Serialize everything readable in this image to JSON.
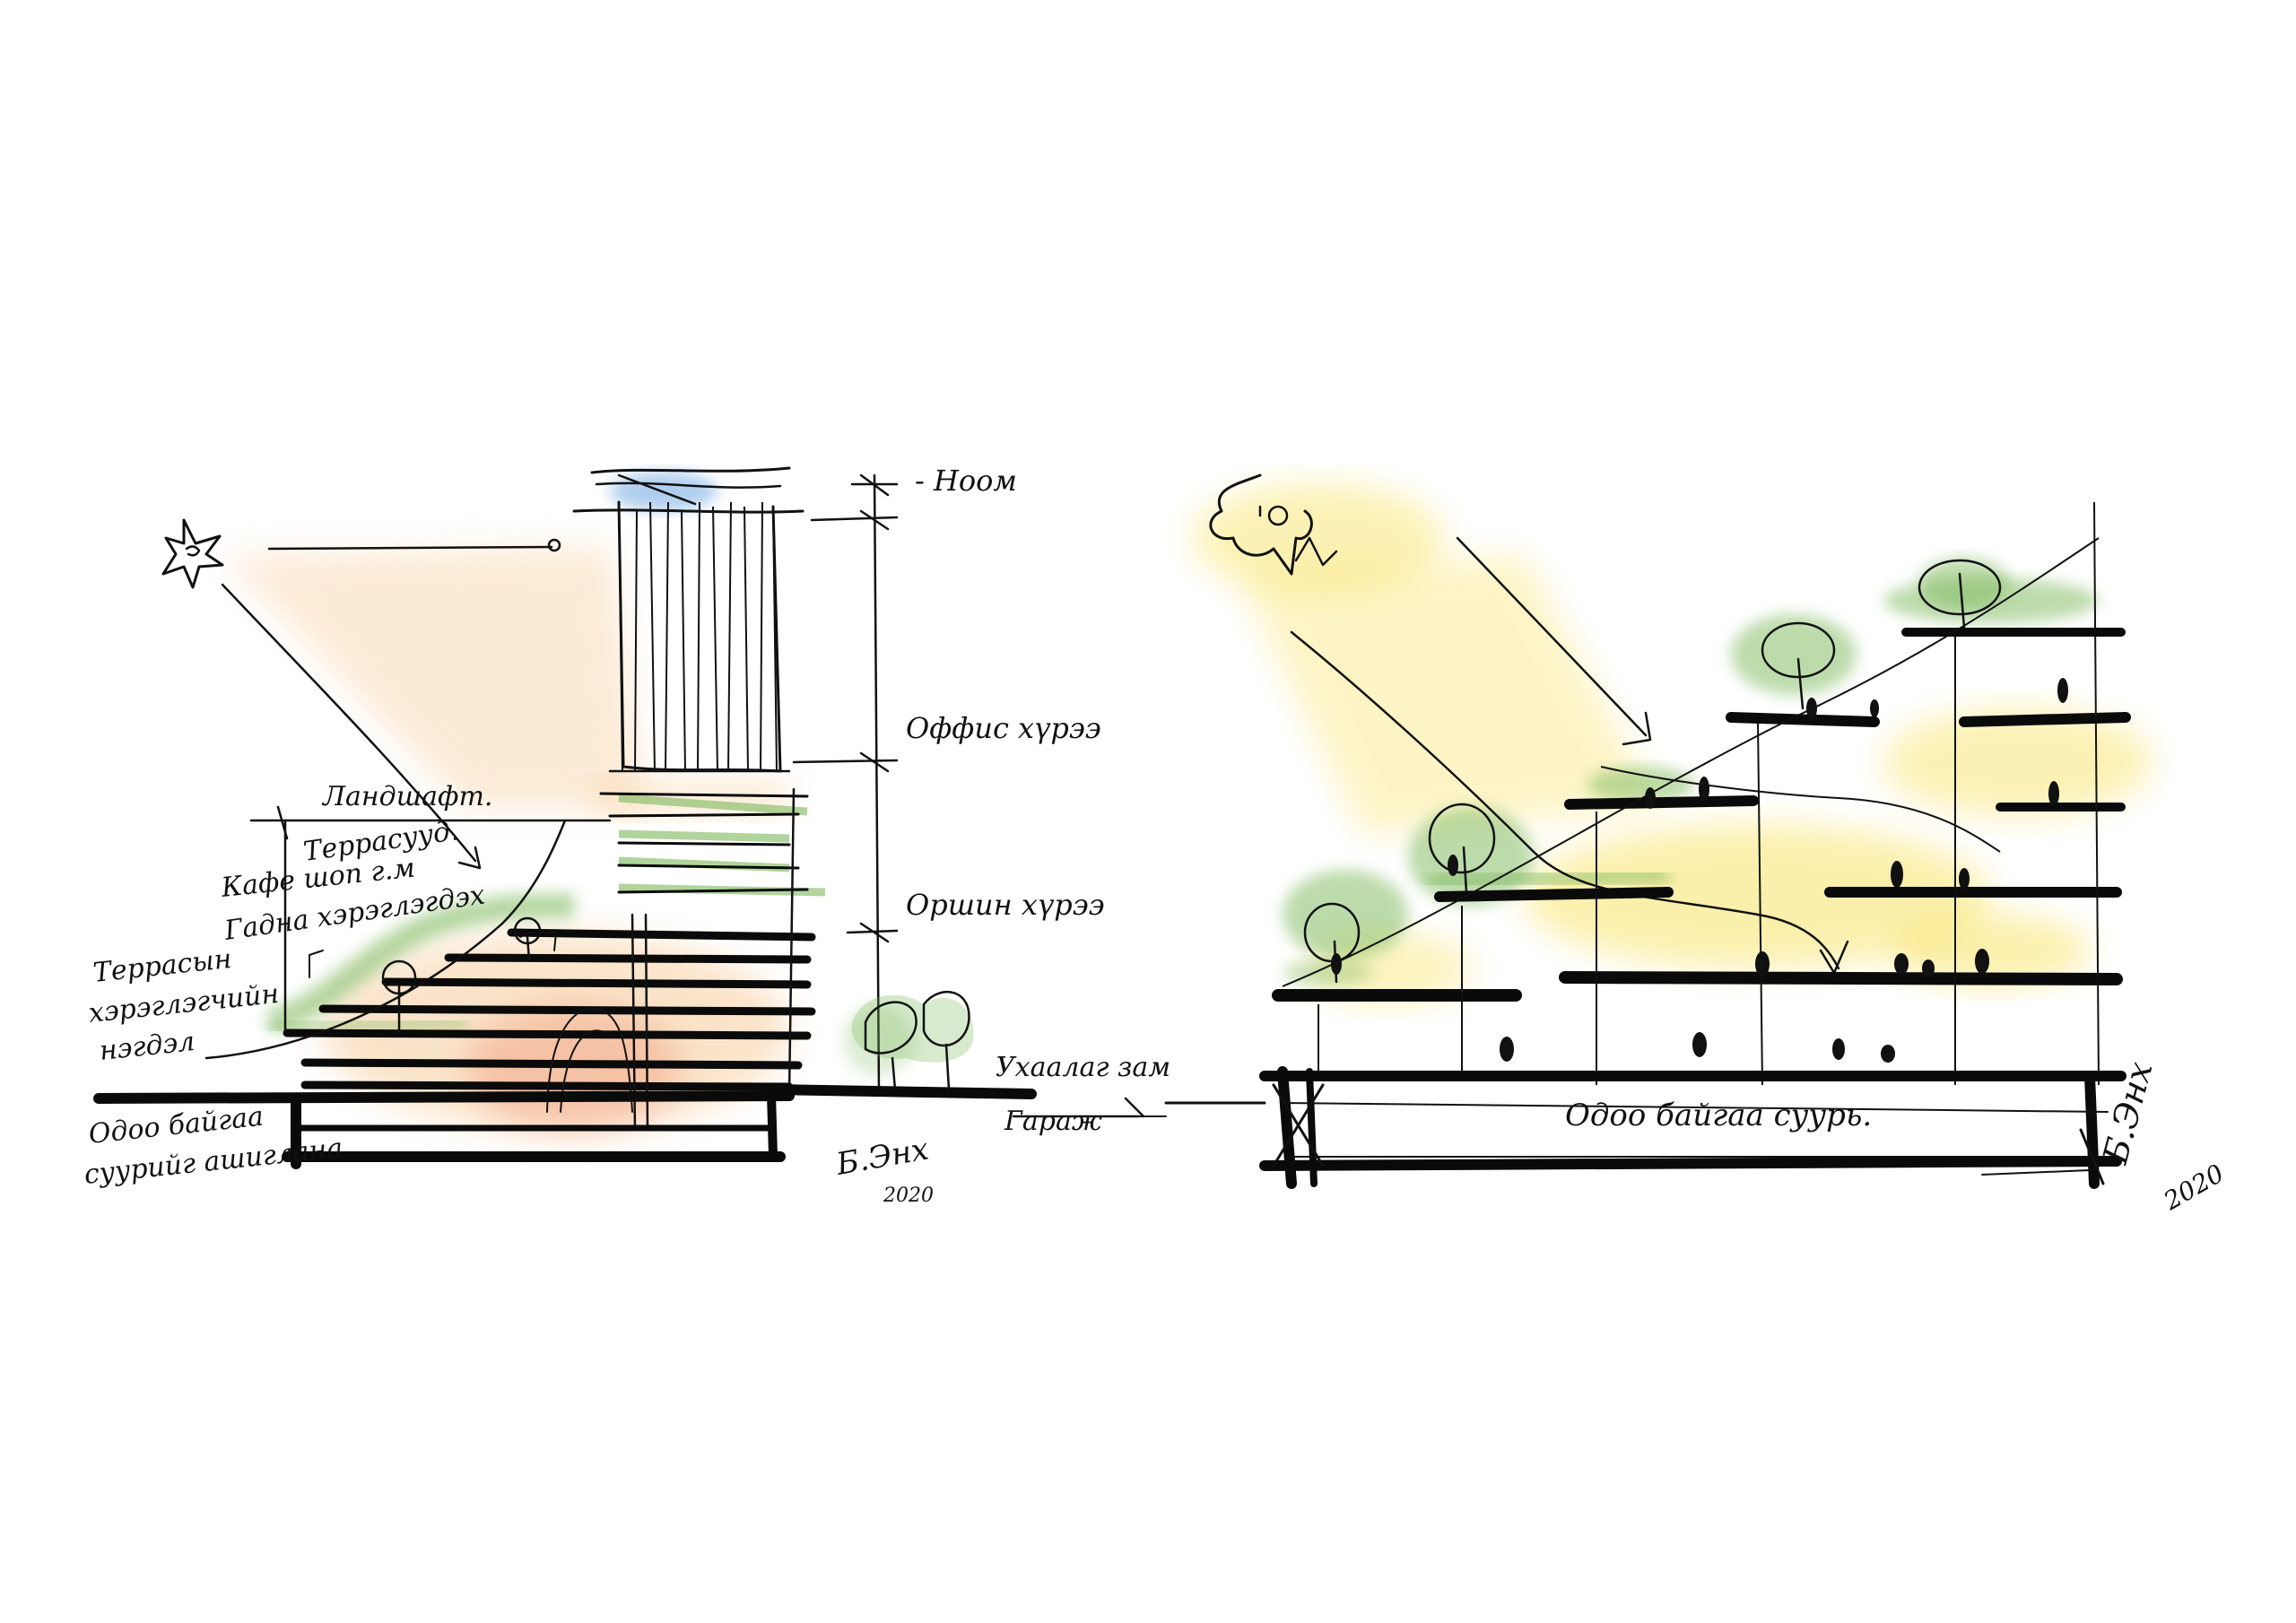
{
  "left_section": {
    "labels": {
      "roof": "- Ноом",
      "office_floors": "Оффис хүрээ",
      "residential": "Оршин хүрээ",
      "landscape": "Ландшафт.",
      "terraces": "Террасууд.",
      "cafe_line1": "Кафе шоп г.м",
      "cafe_line2": "Гадна хэрэглэгдэх",
      "terrace_line1": "Террасын",
      "terrace_line2": "хэрэглэгчийн",
      "terrace_line3": "нэгдэл",
      "underground_line1": "Одоо байгаа",
      "underground_line2": "суурийг ашиглана",
      "pedestrian": "Ухаалаг зам",
      "garage": "Гараж"
    },
    "signature": "Б.Энх",
    "year": "2020"
  },
  "right_section": {
    "labels": {
      "existing_base": "Одоо байгаа суурь."
    },
    "signature": "Б.Энх",
    "year": "2020"
  },
  "colors": {
    "ink": "#111111",
    "sun_orange": "#f6c58a",
    "sun_yellow": "#f7e15a",
    "vegetation_green": "#7cb85a",
    "warm_red": "#f19a7a",
    "sky_blue": "#9cc3ea"
  },
  "icons": [
    "sun-icon",
    "tree-icon"
  ]
}
